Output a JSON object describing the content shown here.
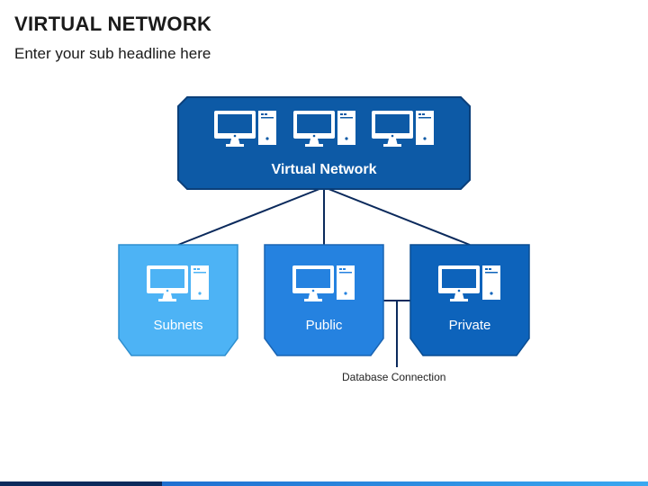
{
  "header": {
    "title": "VIRTUAL NETWORK",
    "subtitle": "Enter your sub headline here"
  },
  "diagram": {
    "top_node": {
      "label": "Virtual Network",
      "icons": [
        "computer-monitor-icon",
        "server-tower-icon"
      ]
    },
    "children": [
      {
        "id": "subnets",
        "label": "Subnets"
      },
      {
        "id": "public",
        "label": "Public"
      },
      {
        "id": "private",
        "label": "Private"
      }
    ],
    "connection_label": "Database Connection"
  },
  "colors": {
    "top_node": "#0d5aa6",
    "subnets": "#4db3f5",
    "public": "#2582e0",
    "private": "#0d63bb",
    "connector": "#0b2a5c"
  }
}
